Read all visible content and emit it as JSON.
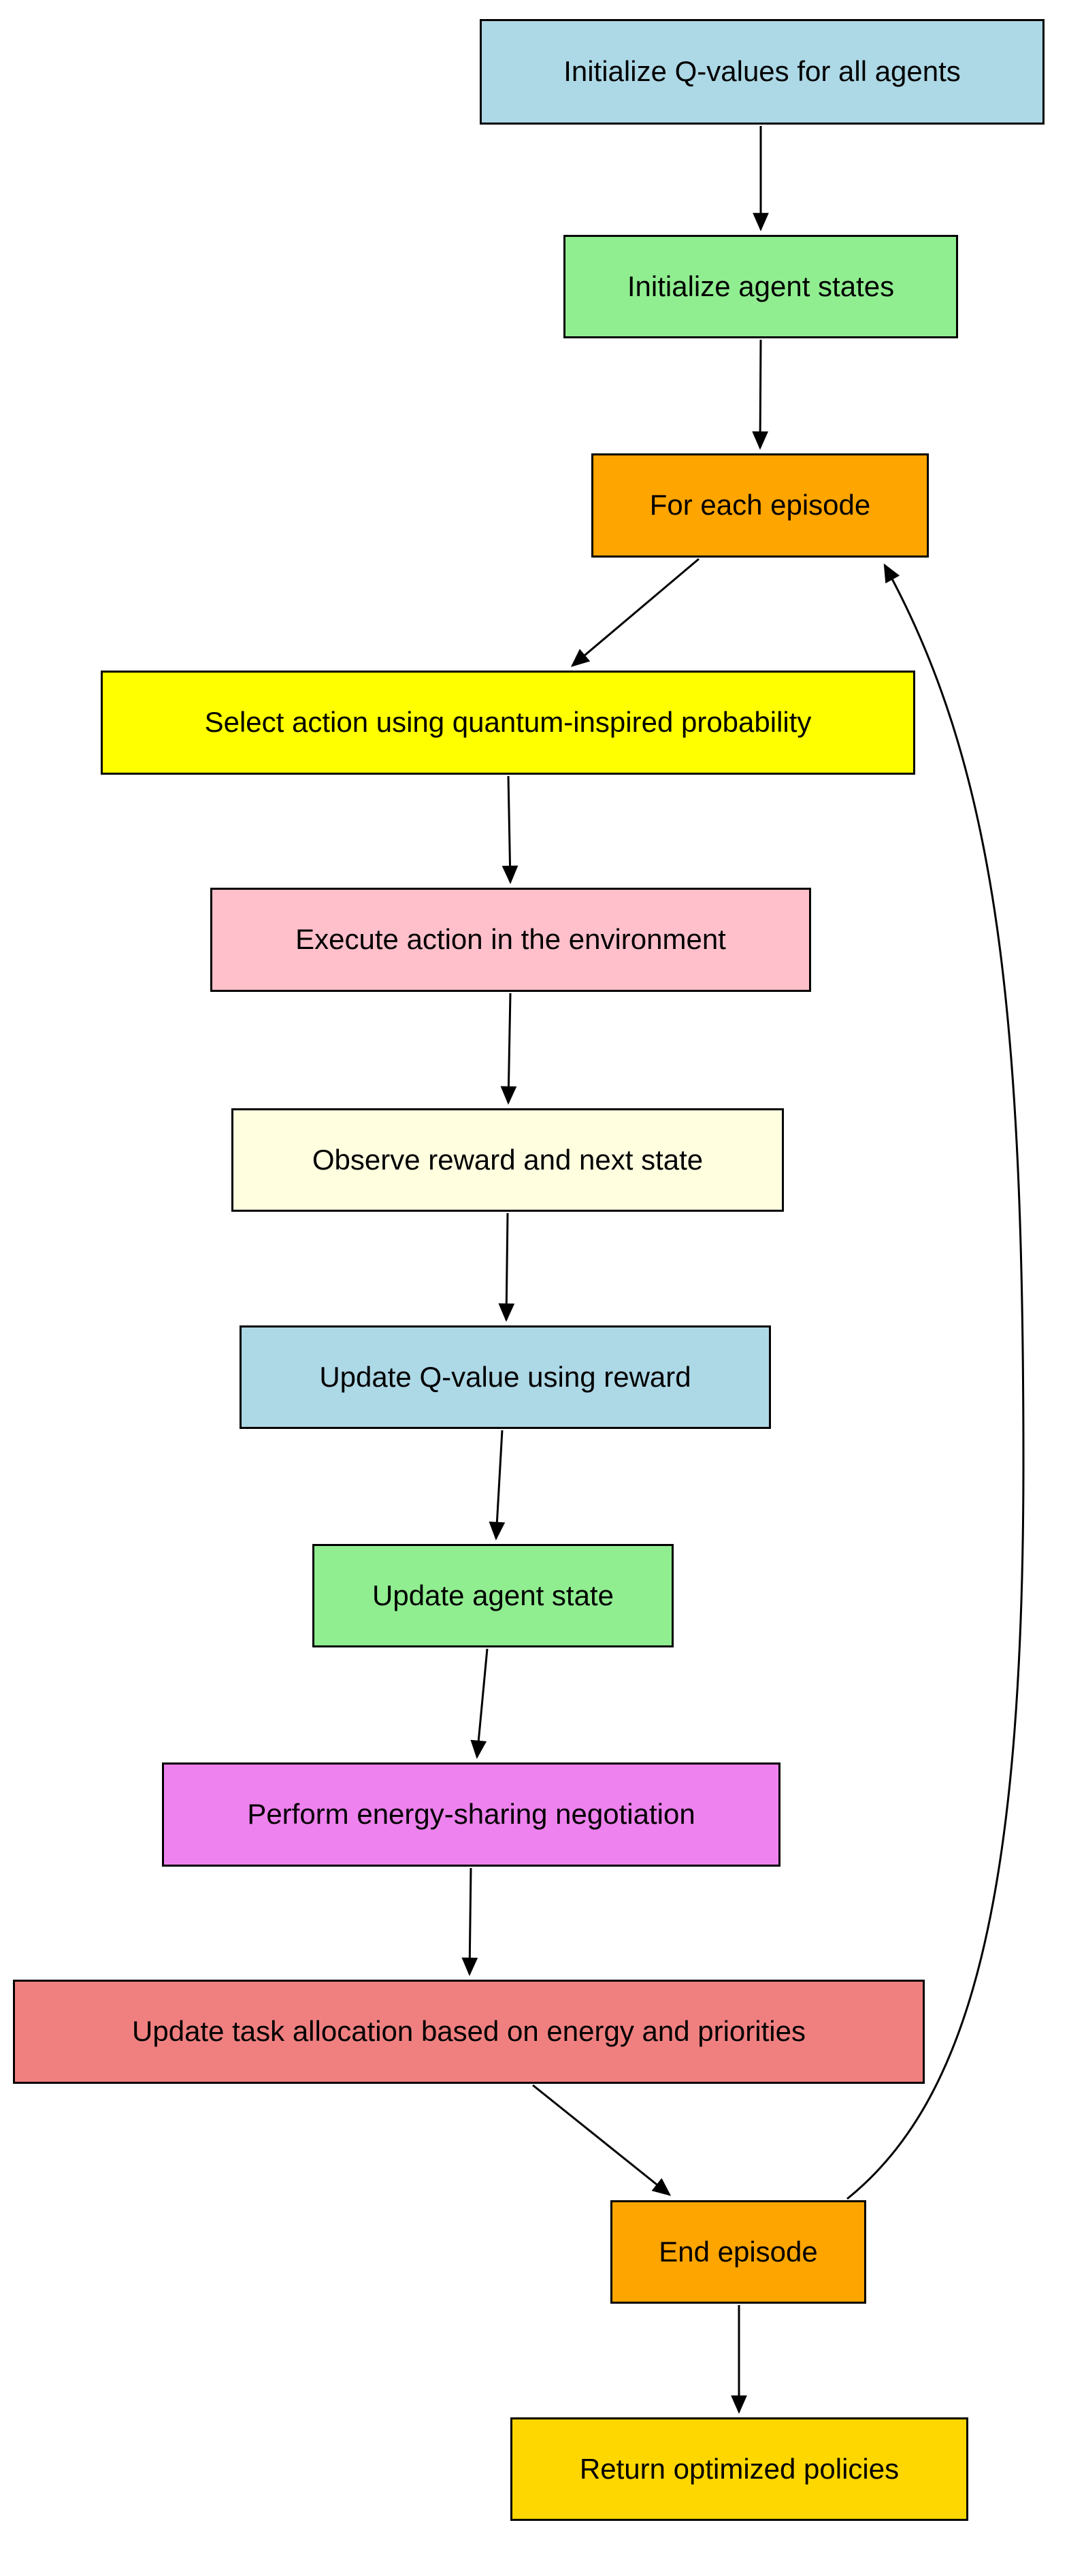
{
  "diagram": {
    "type": "flowchart",
    "background_color": "#ffffff",
    "edge_color": "#000000",
    "border_color": "#000000",
    "text_color": "#000000",
    "nodes": [
      {
        "id": "init_q",
        "label": "Initialize Q-values for all agents",
        "fill": "#ADD8E6"
      },
      {
        "id": "init_states",
        "label": "Initialize agent states",
        "fill": "#90EE90"
      },
      {
        "id": "for_each",
        "label": "For each episode",
        "fill": "#FFA500"
      },
      {
        "id": "select_action",
        "label": "Select action using quantum-inspired probability",
        "fill": "#FFFF00"
      },
      {
        "id": "execute",
        "label": "Execute action in the environment",
        "fill": "#FFC0CB"
      },
      {
        "id": "observe",
        "label": "Observe reward and next state",
        "fill": "#FFFFE0"
      },
      {
        "id": "update_q",
        "label": "Update Q-value using reward",
        "fill": "#ADD8E6"
      },
      {
        "id": "update_state",
        "label": "Update agent state",
        "fill": "#90EE90"
      },
      {
        "id": "negotiate",
        "label": "Perform energy-sharing negotiation",
        "fill": "#EE82EE"
      },
      {
        "id": "task_alloc",
        "label": "Update task allocation based on energy and priorities",
        "fill": "#F08080"
      },
      {
        "id": "end_episode",
        "label": "End episode",
        "fill": "#FFA500"
      },
      {
        "id": "return_pol",
        "label": "Return optimized policies",
        "fill": "#FFD700"
      }
    ],
    "edges": [
      {
        "from": "init_q",
        "to": "init_states"
      },
      {
        "from": "init_states",
        "to": "for_each"
      },
      {
        "from": "for_each",
        "to": "select_action"
      },
      {
        "from": "select_action",
        "to": "execute"
      },
      {
        "from": "execute",
        "to": "observe"
      },
      {
        "from": "observe",
        "to": "update_q"
      },
      {
        "from": "update_q",
        "to": "update_state"
      },
      {
        "from": "update_state",
        "to": "negotiate"
      },
      {
        "from": "negotiate",
        "to": "task_alloc"
      },
      {
        "from": "task_alloc",
        "to": "end_episode"
      },
      {
        "from": "end_episode",
        "to": "for_each",
        "style": "curved loop on right side"
      },
      {
        "from": "end_episode",
        "to": "return_pol"
      }
    ]
  }
}
